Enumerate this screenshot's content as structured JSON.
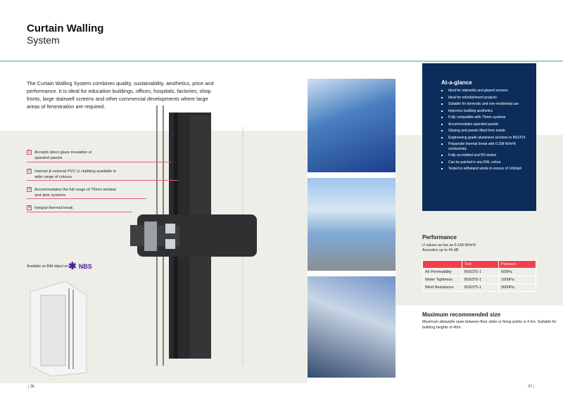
{
  "header": {
    "title": "Curtain Walling",
    "subtitle": "System"
  },
  "intro": "The Curtain Walling System combines quality, sustainability, aesthetics, price and performance. It is ideal for education buildings, offices, hospitals, factories, shop fronts, large stairwell screens and other commercial developments where large areas of fenestration are required.",
  "features": [
    {
      "num": "1",
      "text": "Accepts direct glaze insulation or spandrel panels"
    },
    {
      "num": "2",
      "text": "Internal & external PVC-U cladding available in wide range of colours"
    },
    {
      "num": "3",
      "text": "Accommodates the full range of 70mm window and door systems"
    },
    {
      "num": "4",
      "text": "Integral thermal break"
    }
  ],
  "nbs": {
    "text": "Available as BIM object on:",
    "logo": "NBS"
  },
  "glance": {
    "title": "At-a-glance",
    "items": [
      "Ideal for stairwells and glazed screens",
      "Ideal for refurbishment projects",
      "Suitable for domestic and non-residential use",
      "Improves building aesthetics",
      "Fully compatible with 70mm systems",
      "Accommodates spandrel panels",
      "Glazing and panels fitted from inside",
      "Engineering grade aluminium sections to BS1474",
      "Polyamide thermal break with 0.168 W/m²K conductivity",
      "Fully accredited and BS tested",
      "Can be painted in any RAL colour",
      "Tested to withstand winds in excess of 140mph"
    ]
  },
  "performance": {
    "title": "Performance",
    "lines": [
      "U values as low as 0.168 W/m²K",
      "Acoustics up to 44 dB"
    ],
    "table": {
      "headers": [
        "",
        "Test",
        "Pressure"
      ],
      "rows": [
        [
          "Air Permeability",
          "BS6375-1",
          "600Pa"
        ],
        [
          "Water Tightness",
          "BS6375-1",
          "1000Pa"
        ],
        [
          "Wind Resistance",
          "BS6375-1",
          "3000Pa"
        ]
      ]
    }
  },
  "max_size": {
    "title": "Maximum recommended size",
    "text": "Maximum allowable span between floor slabs or fixing points is 4.5m. Suitable for building heights of 40m."
  },
  "pages": {
    "left": "36",
    "right": "37"
  },
  "colors": {
    "accent_red": "#f2404a",
    "navy": "#0c2d5a",
    "teal_rule": "#8fd6c4",
    "nbs_purple": "#4b1f8e"
  }
}
